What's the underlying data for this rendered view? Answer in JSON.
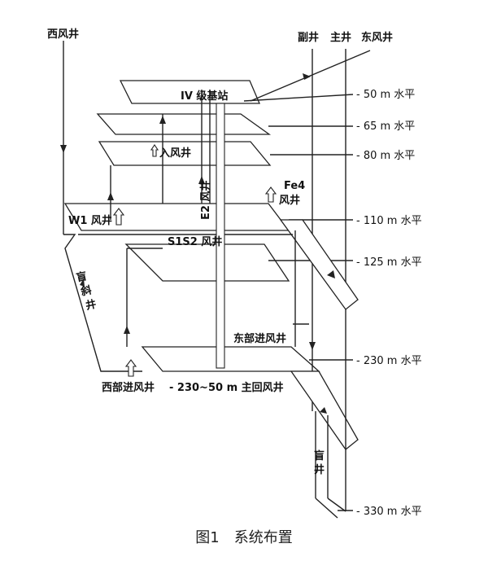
{
  "shafts": {
    "west_air": "西风井",
    "auxiliary": "副井",
    "main": "主井",
    "east_air": "东风井",
    "w1": "W1 风井",
    "fe4_a": "Fe4",
    "fe4_b": "风井",
    "e2": "E2 风井",
    "s1s2": "S1S2 风井",
    "blind_incline": [
      "盲",
      "斜",
      "井"
    ],
    "blind": [
      "盲",
      "井"
    ],
    "intake": "入风井"
  },
  "stations": {
    "iv_base": "IV 级基站",
    "east_intake": "东部进风井",
    "west_intake": "西部进风井",
    "return": "- 230~50 m 主回风井"
  },
  "levels": [
    "- 50 m 水平",
    "- 65 m 水平",
    "- 80 m 水平",
    "- 110 m 水平",
    "- 125 m 水平",
    "- 230 m 水平",
    "- 330 m 水平"
  ],
  "caption": "图1　系统布置"
}
